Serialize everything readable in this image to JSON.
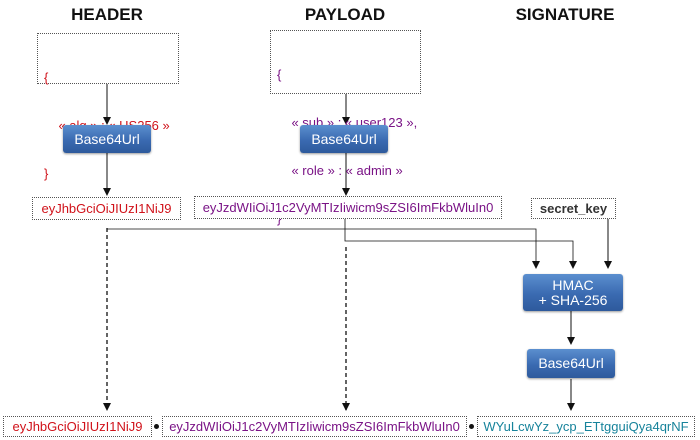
{
  "titles": {
    "header": "HEADER",
    "payload": "PAYLOAD",
    "signature": "SIGNATURE"
  },
  "header_json": [
    "{",
    "    « alg » : « HS256 »",
    "}"
  ],
  "payload_json": [
    "{",
    "    « sub » : « user123 »,",
    "    « role » : « admin »",
    "}"
  ],
  "encode_label": "Base64Url",
  "hmac_label": [
    "HMAC",
    "+ SHA-256"
  ],
  "header_encoded": "eyJhbGciOiJIUzI1NiJ9",
  "payload_encoded": "eyJzdWIiOiJ1c2VyMTIzIiwicm9sZSI6ImFkbWluIn0",
  "secret_key": "secret_key",
  "signature_encoded": "WYuLcwYz_ycp_ETtgguiQya4qrNF",
  "colors": {
    "header": "#d0121a",
    "payload": "#7a1386",
    "signature": "#17839b",
    "button": "#3a6ab1"
  }
}
